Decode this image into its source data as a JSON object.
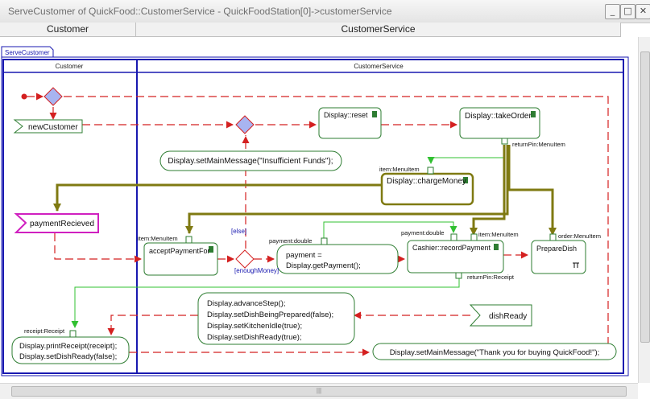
{
  "window": {
    "title": "ServeCustomer of QuickFood::CustomerService - QuickFoodStation[0]->customerService"
  },
  "columns": [
    "Customer",
    "CustomerService"
  ],
  "frame_label": "ServeCustomer",
  "partitions": [
    "Customer",
    "CustomerService"
  ],
  "nodes": {
    "new_customer": "newCustomer",
    "payment_received": "paymentRecieved",
    "dish_ready": "dishReady",
    "display_reset": "Display::reset",
    "display_take_order": "Display::takeOrder",
    "display_charge_money": "Display::chargeMoney",
    "accept_payment_for": "acceptPaymentFor",
    "cashier_record_payment": "Cashier::recordPayment",
    "prepare_dish": "PrepareDish",
    "insufficient_funds": "Display.setMainMessage(\"Insufficient Funds\");",
    "payment_assign_1": "payment =",
    "payment_assign_2": "Display.getPayment();",
    "advance_1": "Display.advanceStep();",
    "advance_2": "Display.setDishBeingPrepared(false);",
    "advance_3": "Display.setKitchenIdle(true);",
    "advance_4": "Display.setDishReady(true);",
    "print_1": "Display.printReceipt(receipt);",
    "print_2": "Display.setDishReady(false);",
    "thank_you": "Display.setMainMessage(\"Thank you for buying QuickFood!\");"
  },
  "pins": {
    "return_pin_menu": "returnPin:MenuItem",
    "item_menu_charge": "item:MenuItem",
    "item_menu_accept": "item:MenuItem",
    "payment_double_1": "payment:double",
    "payment_double_2": "payment:double",
    "item_menu_record": "item:MenuItem",
    "order_menu": "order:MenuItem",
    "return_pin_receipt": "returnPin:Receipt",
    "receipt_receipt": "receipt:Receipt"
  },
  "guards": {
    "else": "[else]",
    "enough_money": "[enoughMoney]"
  },
  "colors": {
    "control_flow": "#d42020",
    "object_flow": "#30c030",
    "olive_flow": "#7f7a12",
    "node_border": "#2e7d32",
    "frame_border": "#1818b0",
    "magenta": "#d020c0",
    "decision_fill": "#a8b4f0"
  }
}
